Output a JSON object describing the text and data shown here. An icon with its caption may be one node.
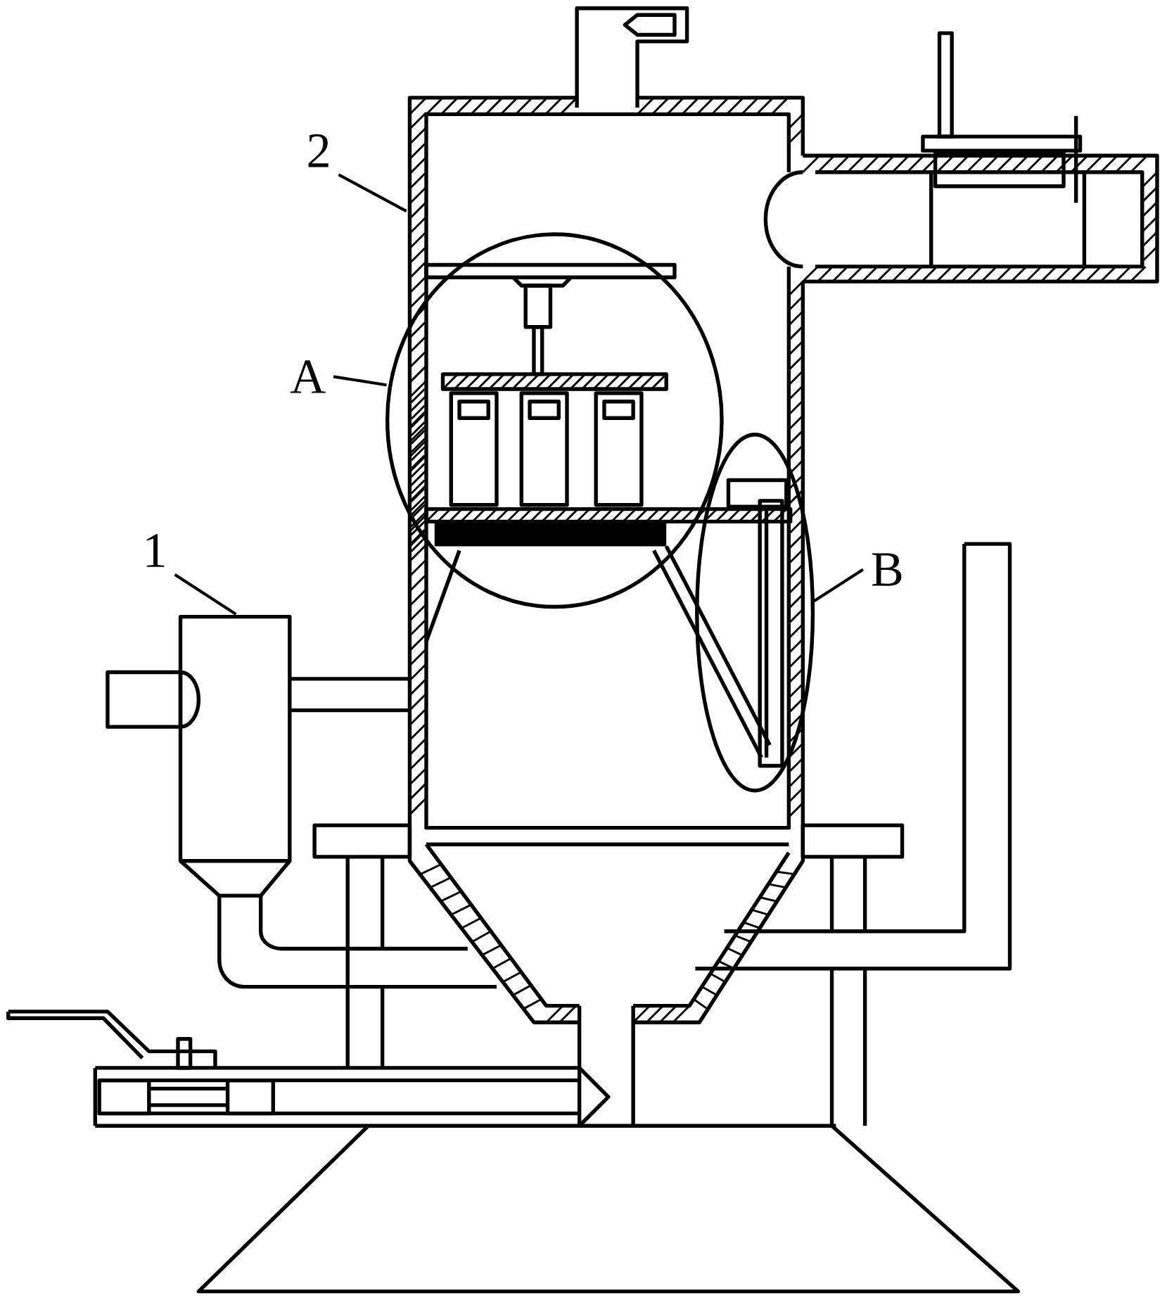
{
  "diagram": {
    "nodes": [
      {
        "text": [
          "1"
        ]
      },
      {
        "text": [
          "2"
        ]
      },
      {
        "text": [
          "A"
        ]
      },
      {
        "text": [
          "B"
        ]
      }
    ],
    "edges": [
      {
        "from": 0,
        "to": null,
        "arrow": "none"
      },
      {
        "from": 1,
        "to": null,
        "arrow": "none"
      },
      {
        "from": 2,
        "to": null,
        "arrow": "none"
      },
      {
        "from": 3,
        "to": null,
        "arrow": "none"
      }
    ]
  }
}
